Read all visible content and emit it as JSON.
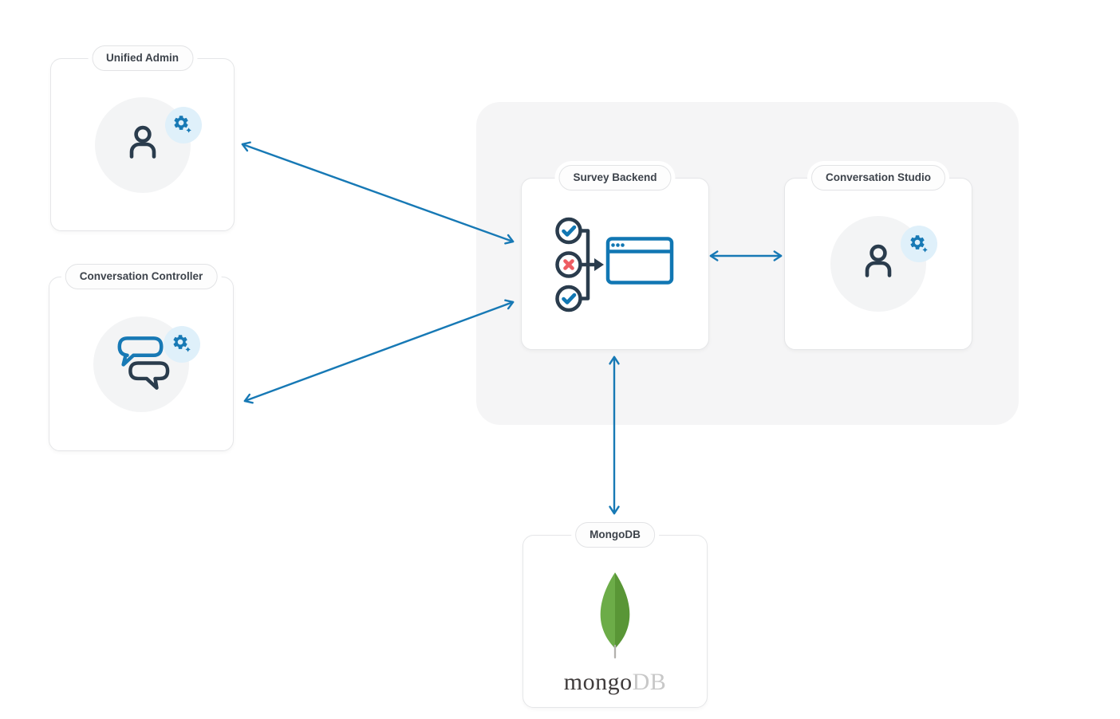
{
  "diagram": {
    "nodes": {
      "unified_admin": {
        "label": "Unified Admin",
        "icon": "user-gear"
      },
      "conversation_controller": {
        "label": "Conversation Controller",
        "icon": "chat-bubbles-gear"
      },
      "survey_backend": {
        "label": "Survey Backend",
        "icon": "survey-flow-to-browser"
      },
      "conversation_studio": {
        "label": "Conversation Studio",
        "icon": "user-gear"
      },
      "mongodb": {
        "label": "MongoDB",
        "icon": "mongodb-leaf",
        "wordmark": {
          "mongo": "mongo",
          "db": "DB"
        }
      }
    },
    "connections": [
      {
        "from": "unified_admin",
        "to": "survey_backend",
        "direction": "bidirectional"
      },
      {
        "from": "conversation_controller",
        "to": "survey_backend",
        "direction": "bidirectional"
      },
      {
        "from": "survey_backend",
        "to": "conversation_studio",
        "direction": "bidirectional"
      },
      {
        "from": "survey_backend",
        "to": "mongodb",
        "direction": "bidirectional"
      }
    ],
    "colors": {
      "arrow_blue": "#1779b5",
      "accent_blue": "#1177b3",
      "navy": "#2a3c4d",
      "error_red": "#ee5c62",
      "mongo_green_light": "#6cac48",
      "mongo_green_dark": "#599636",
      "panel_gray": "#f5f5f6",
      "badge_blue_bg": "#dff0fa"
    }
  }
}
